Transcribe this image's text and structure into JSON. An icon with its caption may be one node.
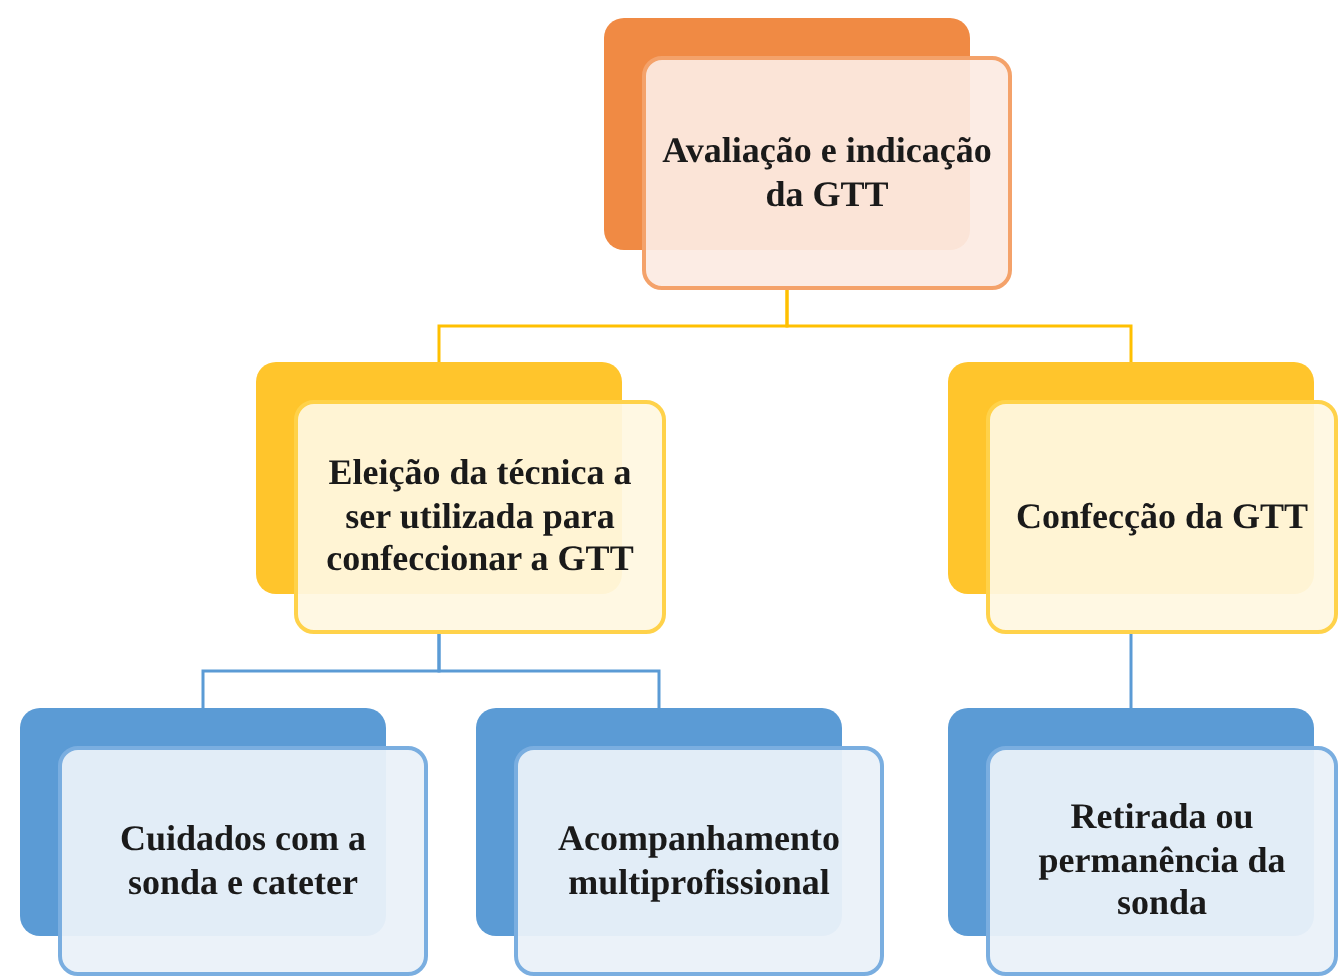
{
  "diagram": {
    "nodes": [
      {
        "text": [
          "Avaliação e indicação da GTT"
        ]
      },
      {
        "text": [
          "Eleição da técnica a ser utilizada para confeccionar a GTT"
        ]
      },
      {
        "text": [
          "Confecção da GTT"
        ]
      },
      {
        "text": [
          "Cuidados com a sonda e cateter"
        ]
      },
      {
        "text": [
          "Acompanhamento multiprofissional"
        ]
      },
      {
        "text": [
          "Retirada ou permanência da sonda"
        ]
      }
    ],
    "edges": [
      {
        "from": 0,
        "to": 1,
        "arrow": "none",
        "color": "#ffc000"
      },
      {
        "from": 0,
        "to": 2,
        "arrow": "none",
        "color": "#ffc000"
      },
      {
        "from": 1,
        "to": 3,
        "arrow": "none"
      },
      {
        "from": 1,
        "to": 4,
        "arrow": "none"
      },
      {
        "from": 2,
        "to": 5,
        "arrow": "none"
      }
    ]
  }
}
